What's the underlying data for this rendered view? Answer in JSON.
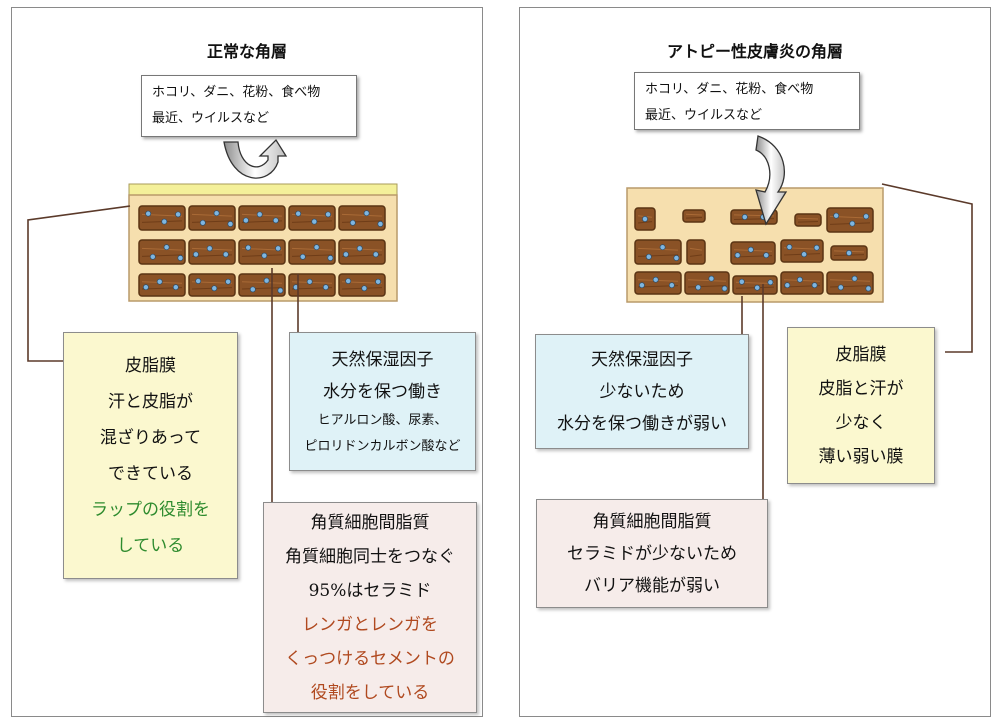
{
  "normal": {
    "title": "正常な角層",
    "allergens": {
      "line1": "ホコリ、ダニ、花粉、食べ物",
      "line2": "最近、ウイルスなど"
    },
    "sebum_box": {
      "title": "皮脂膜",
      "line1": "汗と皮脂が",
      "line2": "混ざりあって",
      "line3": "できている",
      "highlight1": "ラップの役割を",
      "highlight2": "している"
    },
    "nmf_box": {
      "title": "天然保湿因子",
      "line1": "水分を保つ働き",
      "line2": "ヒアルロン酸、尿素、",
      "line3": "ピロリドンカルボン酸など"
    },
    "lipid_box": {
      "title": "角質細胞間脂質",
      "line1": "角質細胞同士をつなぐ",
      "line2": "95%はセラミド",
      "highlight1": "レンガとレンガを",
      "highlight2": "くっつけるセメントの",
      "highlight3": "役割をしている"
    }
  },
  "atopic": {
    "title": "アトピー性皮膚炎の角層",
    "allergens": {
      "line1": "ホコリ、ダニ、花粉、食べ物",
      "line2": "最近、ウイルスなど"
    },
    "nmf_box": {
      "title": "天然保湿因子",
      "line1": "少ないため",
      "line2": "水分を保つ働きが弱い"
    },
    "sebum_box": {
      "title": "皮脂膜",
      "line1": "皮脂と汗が",
      "line2": "少なく",
      "line3": "薄い弱い膜"
    },
    "lipid_box": {
      "title": "角質細胞間脂質",
      "line1": "セラミドが少ないため",
      "line2": "バリア機能が弱い"
    }
  },
  "colors": {
    "brick": "#8a5226",
    "brick_dark": "#5a3414",
    "mortar": "#f6dfae",
    "sebum_film": "#f4f09a",
    "dot": "#7fb6e0",
    "sebum_box": "#fbf8cf",
    "nmf_box": "#dff2f7",
    "lipid_box": "#f6ecea",
    "highlight_green": "#2e8b2e",
    "highlight_brown": "#b0491f"
  }
}
